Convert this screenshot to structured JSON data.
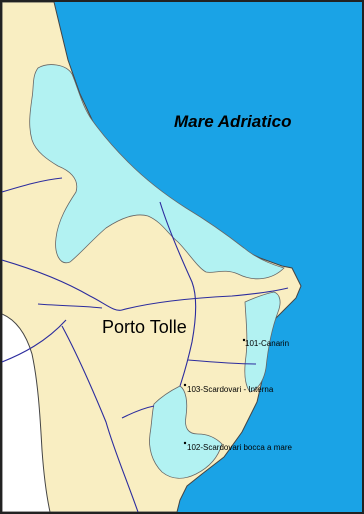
{
  "map": {
    "sea_name": "Mare Adriatico",
    "town_name": "Porto Tolle",
    "colors": {
      "sea": "#1aa3e6",
      "land": "#f9eec2",
      "lagoon": "#b2f2f2",
      "road": "#2c2c9e",
      "coast": "#444444",
      "frame": "#222222"
    },
    "stations": [
      {
        "id": "101",
        "label": "101-Canarin"
      },
      {
        "id": "103",
        "label": "103-Scardovari - Interna"
      },
      {
        "id": "102",
        "label": "102-Scardovari bocca a mare"
      }
    ]
  }
}
